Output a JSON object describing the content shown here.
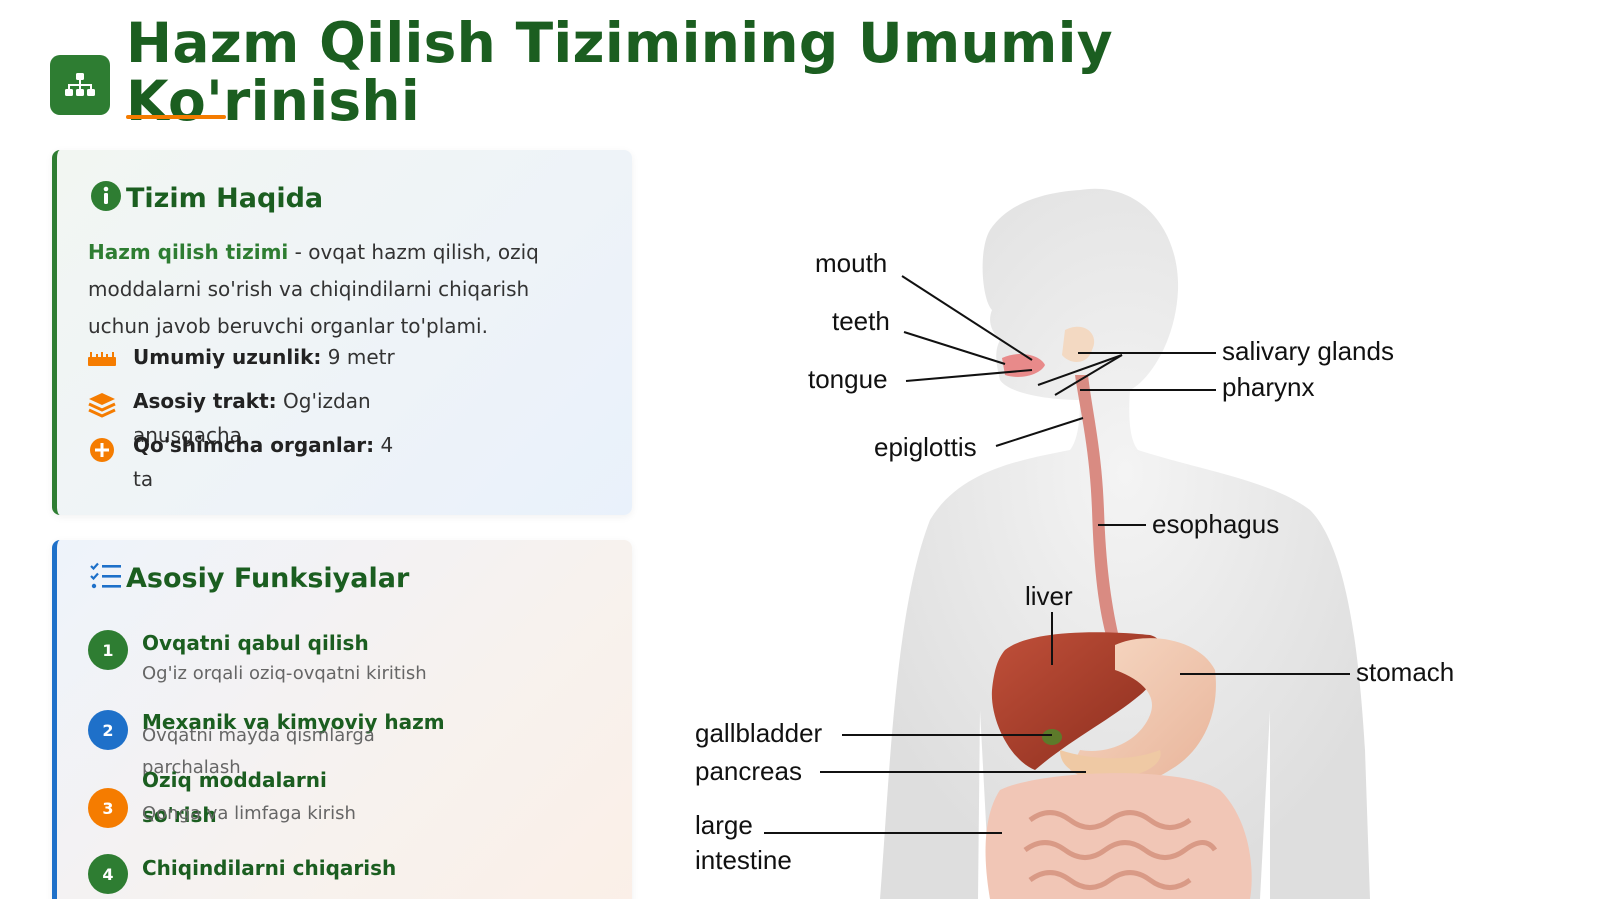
{
  "header": {
    "title": "Hazm Qilish Tizimining Umumiy Ko'rinishi",
    "logo_icon": "sitemap-icon",
    "accent_color": "#1b5e20",
    "underline_color": "#f57c00"
  },
  "about": {
    "title": "Tizim Haqida",
    "icon": "info-circle-icon",
    "highlight": "Hazm qilish tizimi",
    "description": " - ovqat hazm qilish, oziq moddalarni so'rish va chiqindilarni chiqarish uchun javob beruvchi organlar to'plami.",
    "stats": [
      {
        "icon": "ruler-icon",
        "label": "Umumiy uzunlik:",
        "value": " 9 metr"
      },
      {
        "icon": "layers-icon",
        "label": "Asosiy trakt:",
        "value": " Og'izdan anusgacha"
      },
      {
        "icon": "plus-circle-icon",
        "label": "Qo'shimcha organlar:",
        "value": " 4 ta"
      }
    ]
  },
  "functions": {
    "title": "Asosiy Funksiyalar",
    "icon": "list-check-icon",
    "items": [
      {
        "num": "1",
        "color": "#2e7d32",
        "title": "Ovqatni qabul qilish",
        "subtitle": "Og'iz orqali oziq-ovqatni kiritish"
      },
      {
        "num": "2",
        "color": "#1e70c9",
        "title": "Mexanik va kimyoviy hazm",
        "subtitle": "Ovqatni mayda qismlarga parchalash"
      },
      {
        "num": "3",
        "color": "#f57c00",
        "title": "Oziq moddalarni so'rish",
        "subtitle": "Qonga va limfaga kirish"
      },
      {
        "num": "4",
        "color": "#2e7d32",
        "title": "Chiqindilarni chiqarish",
        "subtitle": ""
      }
    ]
  },
  "diagram": {
    "labels": {
      "mouth": "mouth",
      "teeth": "teeth",
      "tongue": "tongue",
      "epiglottis": "epiglottis",
      "salivary": "salivary glands",
      "pharynx": "pharynx",
      "esophagus": "esophagus",
      "liver": "liver",
      "stomach": "stomach",
      "gallbladder": "gallbladder",
      "pancreas": "pancreas",
      "large": "large",
      "intestine": "intestine"
    }
  }
}
